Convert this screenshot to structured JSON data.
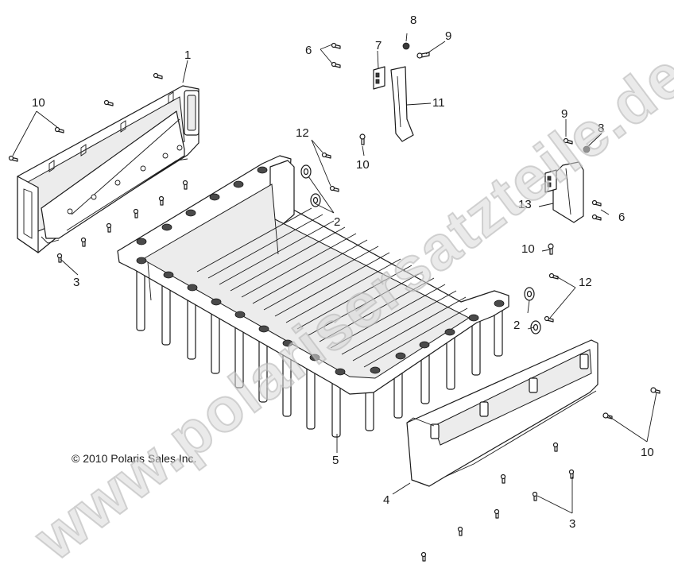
{
  "diagram": {
    "copyright": "© 2010 Polaris Sales Inc.",
    "watermark": "www.polarisersatzteile.de",
    "callouts": [
      {
        "id": "c1",
        "label": "1"
      },
      {
        "id": "c2a",
        "label": "2"
      },
      {
        "id": "c2b",
        "label": "2"
      },
      {
        "id": "c3a",
        "label": "3"
      },
      {
        "id": "c3b",
        "label": "3"
      },
      {
        "id": "c4",
        "label": "4"
      },
      {
        "id": "c5",
        "label": "5"
      },
      {
        "id": "c6a",
        "label": "6"
      },
      {
        "id": "c6b",
        "label": "6"
      },
      {
        "id": "c7",
        "label": "7"
      },
      {
        "id": "c8a",
        "label": "8"
      },
      {
        "id": "c8b",
        "label": "8"
      },
      {
        "id": "c9a",
        "label": "9"
      },
      {
        "id": "c9b",
        "label": "9"
      },
      {
        "id": "c10a",
        "label": "10"
      },
      {
        "id": "c10b",
        "label": "10"
      },
      {
        "id": "c10c",
        "label": "10"
      },
      {
        "id": "c10d",
        "label": "10"
      },
      {
        "id": "c11",
        "label": "11"
      },
      {
        "id": "c12a",
        "label": "12"
      },
      {
        "id": "c12b",
        "label": "12"
      },
      {
        "id": "c13",
        "label": "13"
      }
    ]
  }
}
